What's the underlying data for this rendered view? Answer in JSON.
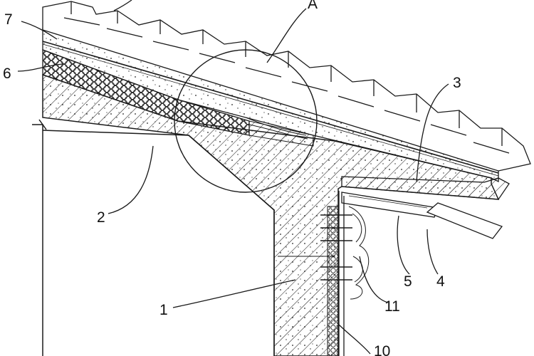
{
  "labels": {
    "detail": "A",
    "p1": "1",
    "p2": "2",
    "p3": "3",
    "p4": "4",
    "p5": "5",
    "p6": "6",
    "p7": "7",
    "p10": "10",
    "p11": "11"
  },
  "colors": {
    "line": "#1a1a1a",
    "background": "#ffffff"
  }
}
